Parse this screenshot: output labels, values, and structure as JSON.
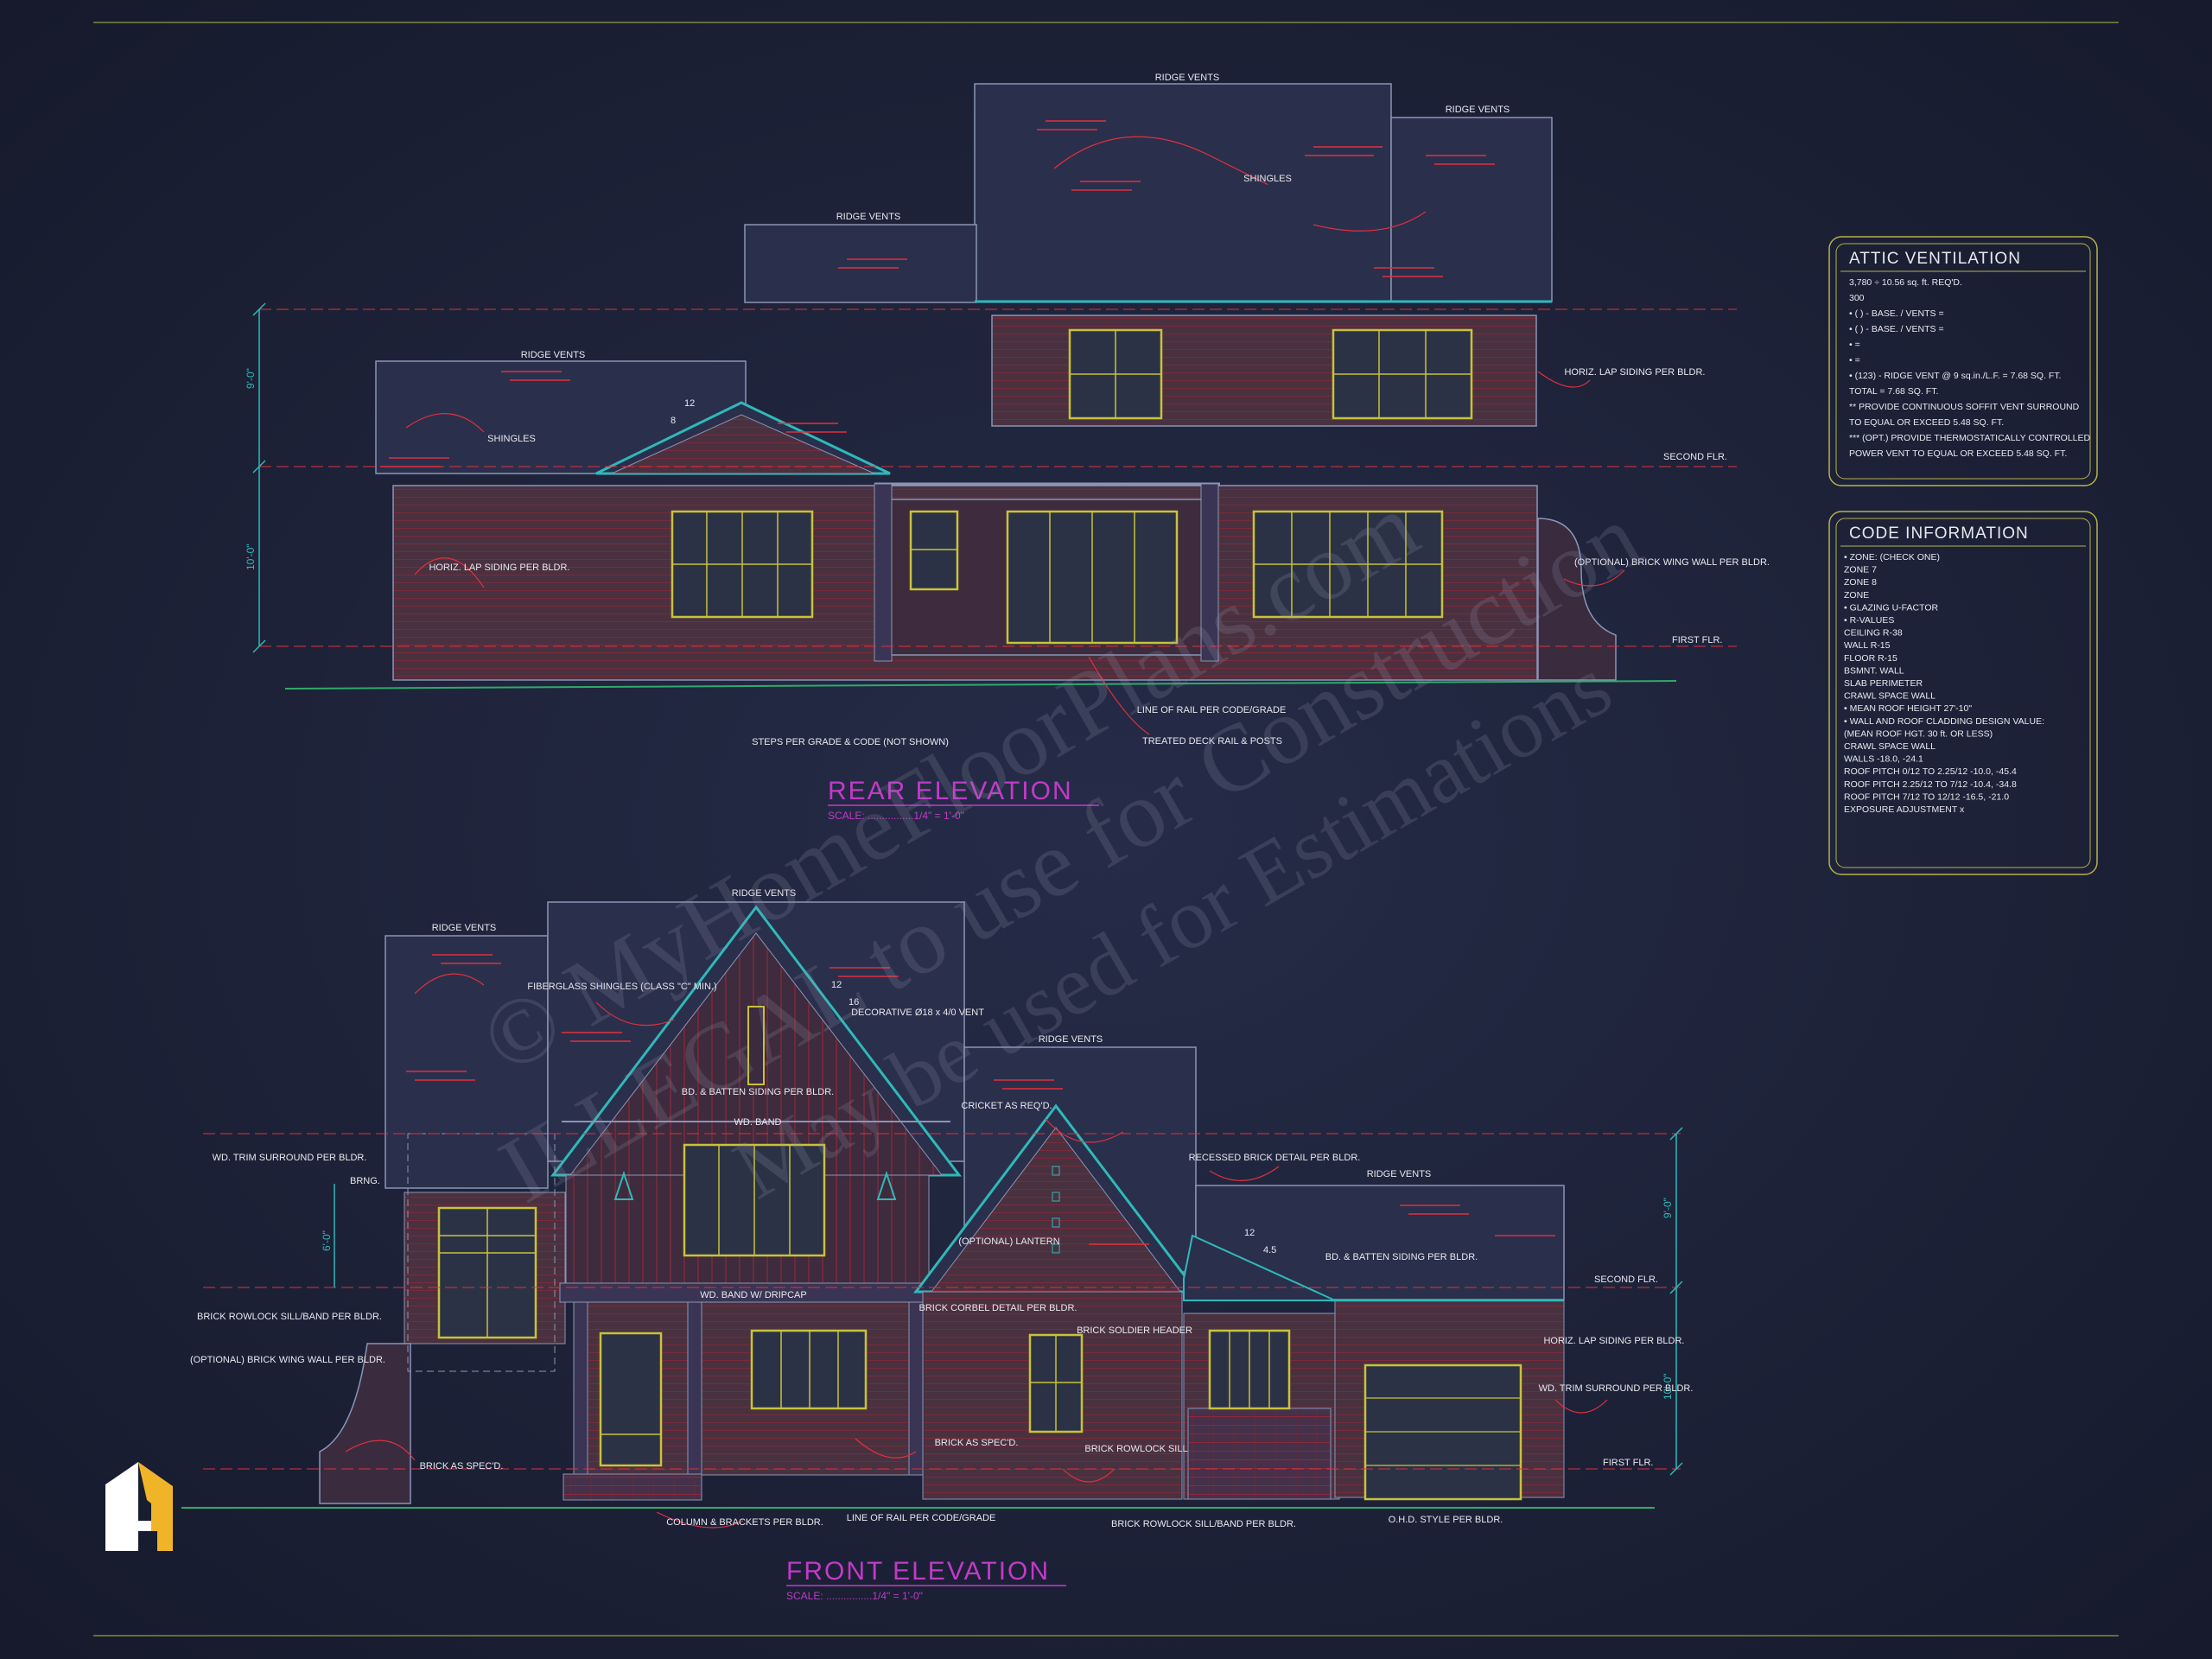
{
  "colors": {
    "background": "#1b2035",
    "wall": "#4a3140",
    "outline": "#8a95b5",
    "accent_cyan": "#2fb9b9",
    "red_lines": "#e0303c",
    "windows": "#c8c23a",
    "title_magenta": "#c23ac8",
    "label": "#e8e8ee",
    "panel_border": "#b7b14a"
  },
  "rear_elevation": {
    "title": "REAR ELEVATION",
    "scale": "SCALE: ................1/4\" = 1'-0\"",
    "labels": [
      "RIDGE VENTS",
      "RIDGE VENTS",
      "RIDGE VENTS",
      "RIDGE VENTS",
      "SHINGLES",
      "SHINGLES",
      "HORIZ. LAP SIDING PER BLDR.",
      "HORIZ. LAP SIDING PER BLDR.",
      "SECOND FLR.",
      "(OPTIONAL) BRICK WING WALL PER BLDR.",
      "FIRST FLR.",
      "LINE OF RAIL PER CODE/GRADE",
      "TREATED DECK RAIL & POSTS",
      "STEPS PER GRADE & CODE (NOT SHOWN)"
    ],
    "dims": [
      "9'-0\"",
      "10'-0\""
    ],
    "pitch": [
      "12",
      "8"
    ]
  },
  "front_elevation": {
    "title": "FRONT ELEVATION",
    "scale": "SCALE: ................1/4\" = 1'-0\"",
    "labels": [
      "RIDGE VENTS",
      "RIDGE VENTS",
      "RIDGE VENTS",
      "RIDGE VENTS",
      "FIBERGLASS SHINGLES (CLASS \"C\" MIN.)",
      "DECORATIVE Ø18 x 4/0 VENT",
      "BD. & BATTEN SIDING PER BLDR.",
      "WD. BAND",
      "CRICKET AS REQ'D.",
      "RECESSED BRICK DETAIL PER BLDR.",
      "WD. TRIM SURROUND PER BLDR.",
      "BRNG.",
      "(OPTIONAL) LANTERN",
      "BD. & BATTEN SIDING PER BLDR.",
      "SECOND FLR.",
      "WD. BAND W/ DRIPCAP",
      "BRICK ROWLOCK SILL/BAND PER BLDR.",
      "BRICK CORBEL DETAIL PER BLDR.",
      "BRICK SOLDIER HEADER",
      "(OPTIONAL) BRICK WING WALL PER BLDR.",
      "HORIZ. LAP SIDING PER BLDR.",
      "WD. TRIM SURROUND PER BLDR.",
      "BRICK AS SPEC'D.",
      "BRICK AS SPEC'D.",
      "BRICK ROWLOCK SILL",
      "FIRST FLR.",
      "COLUMN & BRACKETS PER BLDR.",
      "LINE OF RAIL PER CODE/GRADE",
      "BRICK ROWLOCK SILL/BAND PER BLDR.",
      "O.H.D. STYLE PER BLDR."
    ],
    "dims": [
      "9'-0\"",
      "10'-0\"",
      "6'-0\""
    ],
    "pitch": [
      "12",
      "16",
      "12",
      "4.5"
    ]
  },
  "attic_ventilation": {
    "title": "ATTIC VENTILATION",
    "lines": [
      "3,780 ÷ 10.56 sq. ft. REQ'D.",
      "300",
      "• (  ) -          BASE.   /     VENTS   =",
      "• (  ) -          BASE.   /     VENTS   =",
      "•                                                =",
      "•                                                =",
      "• (123) - RIDGE VENT @ 9 sq.in./L.F.  =   7.68 SQ. FT.",
      "                                   TOTAL   =   7.68 SQ. FT.",
      "** PROVIDE CONTINUOUS SOFFIT VENT SURROUND",
      "   TO EQUAL OR EXCEED   5.48 SQ. FT.",
      "*** (OPT.) PROVIDE THERMOSTATICALLY CONTROLLED",
      "   POWER VENT TO EQUAL OR EXCEED 5.48 SQ. FT."
    ]
  },
  "code_information": {
    "title": "CODE INFORMATION",
    "lines": [
      "• ZONE: (CHECK ONE)",
      "      ZONE 7",
      "      ZONE 8",
      "      ZONE",
      "• GLAZING U-FACTOR",
      "• R-VALUES",
      "      CEILING                  R-38",
      "      WALL                       R-15",
      "      FLOOR                     R-15",
      "      BSMNT. WALL",
      "      SLAB PERIMETER",
      "      CRAWL SPACE WALL",
      "• MEAN ROOF HEIGHT     27'-10\"",
      "• WALL AND ROOF CLADDING DESIGN VALUE:",
      "  (MEAN ROOF HGT. 30 ft. OR LESS)",
      "      CRAWL SPACE WALL",
      "      WALLS                                   -18.0, -24.1",
      "      ROOF PITCH 0/12 TO 2.25/12    -10.0, -45.4",
      "      ROOF PITCH 2.25/12 TO 7/12    -10.4, -34.8",
      "      ROOF PITCH 7/12 TO 12/12      -16.5, -21.0",
      "      EXPOSURE ADJUSTMENT         x"
    ]
  },
  "watermark": {
    "line1": "© MyHomeFloorPlans.com",
    "line2": "ILLEGAL to use for Construction",
    "line3": "May be used for Estimations"
  },
  "logo": {
    "icon": "house-logo-icon"
  }
}
